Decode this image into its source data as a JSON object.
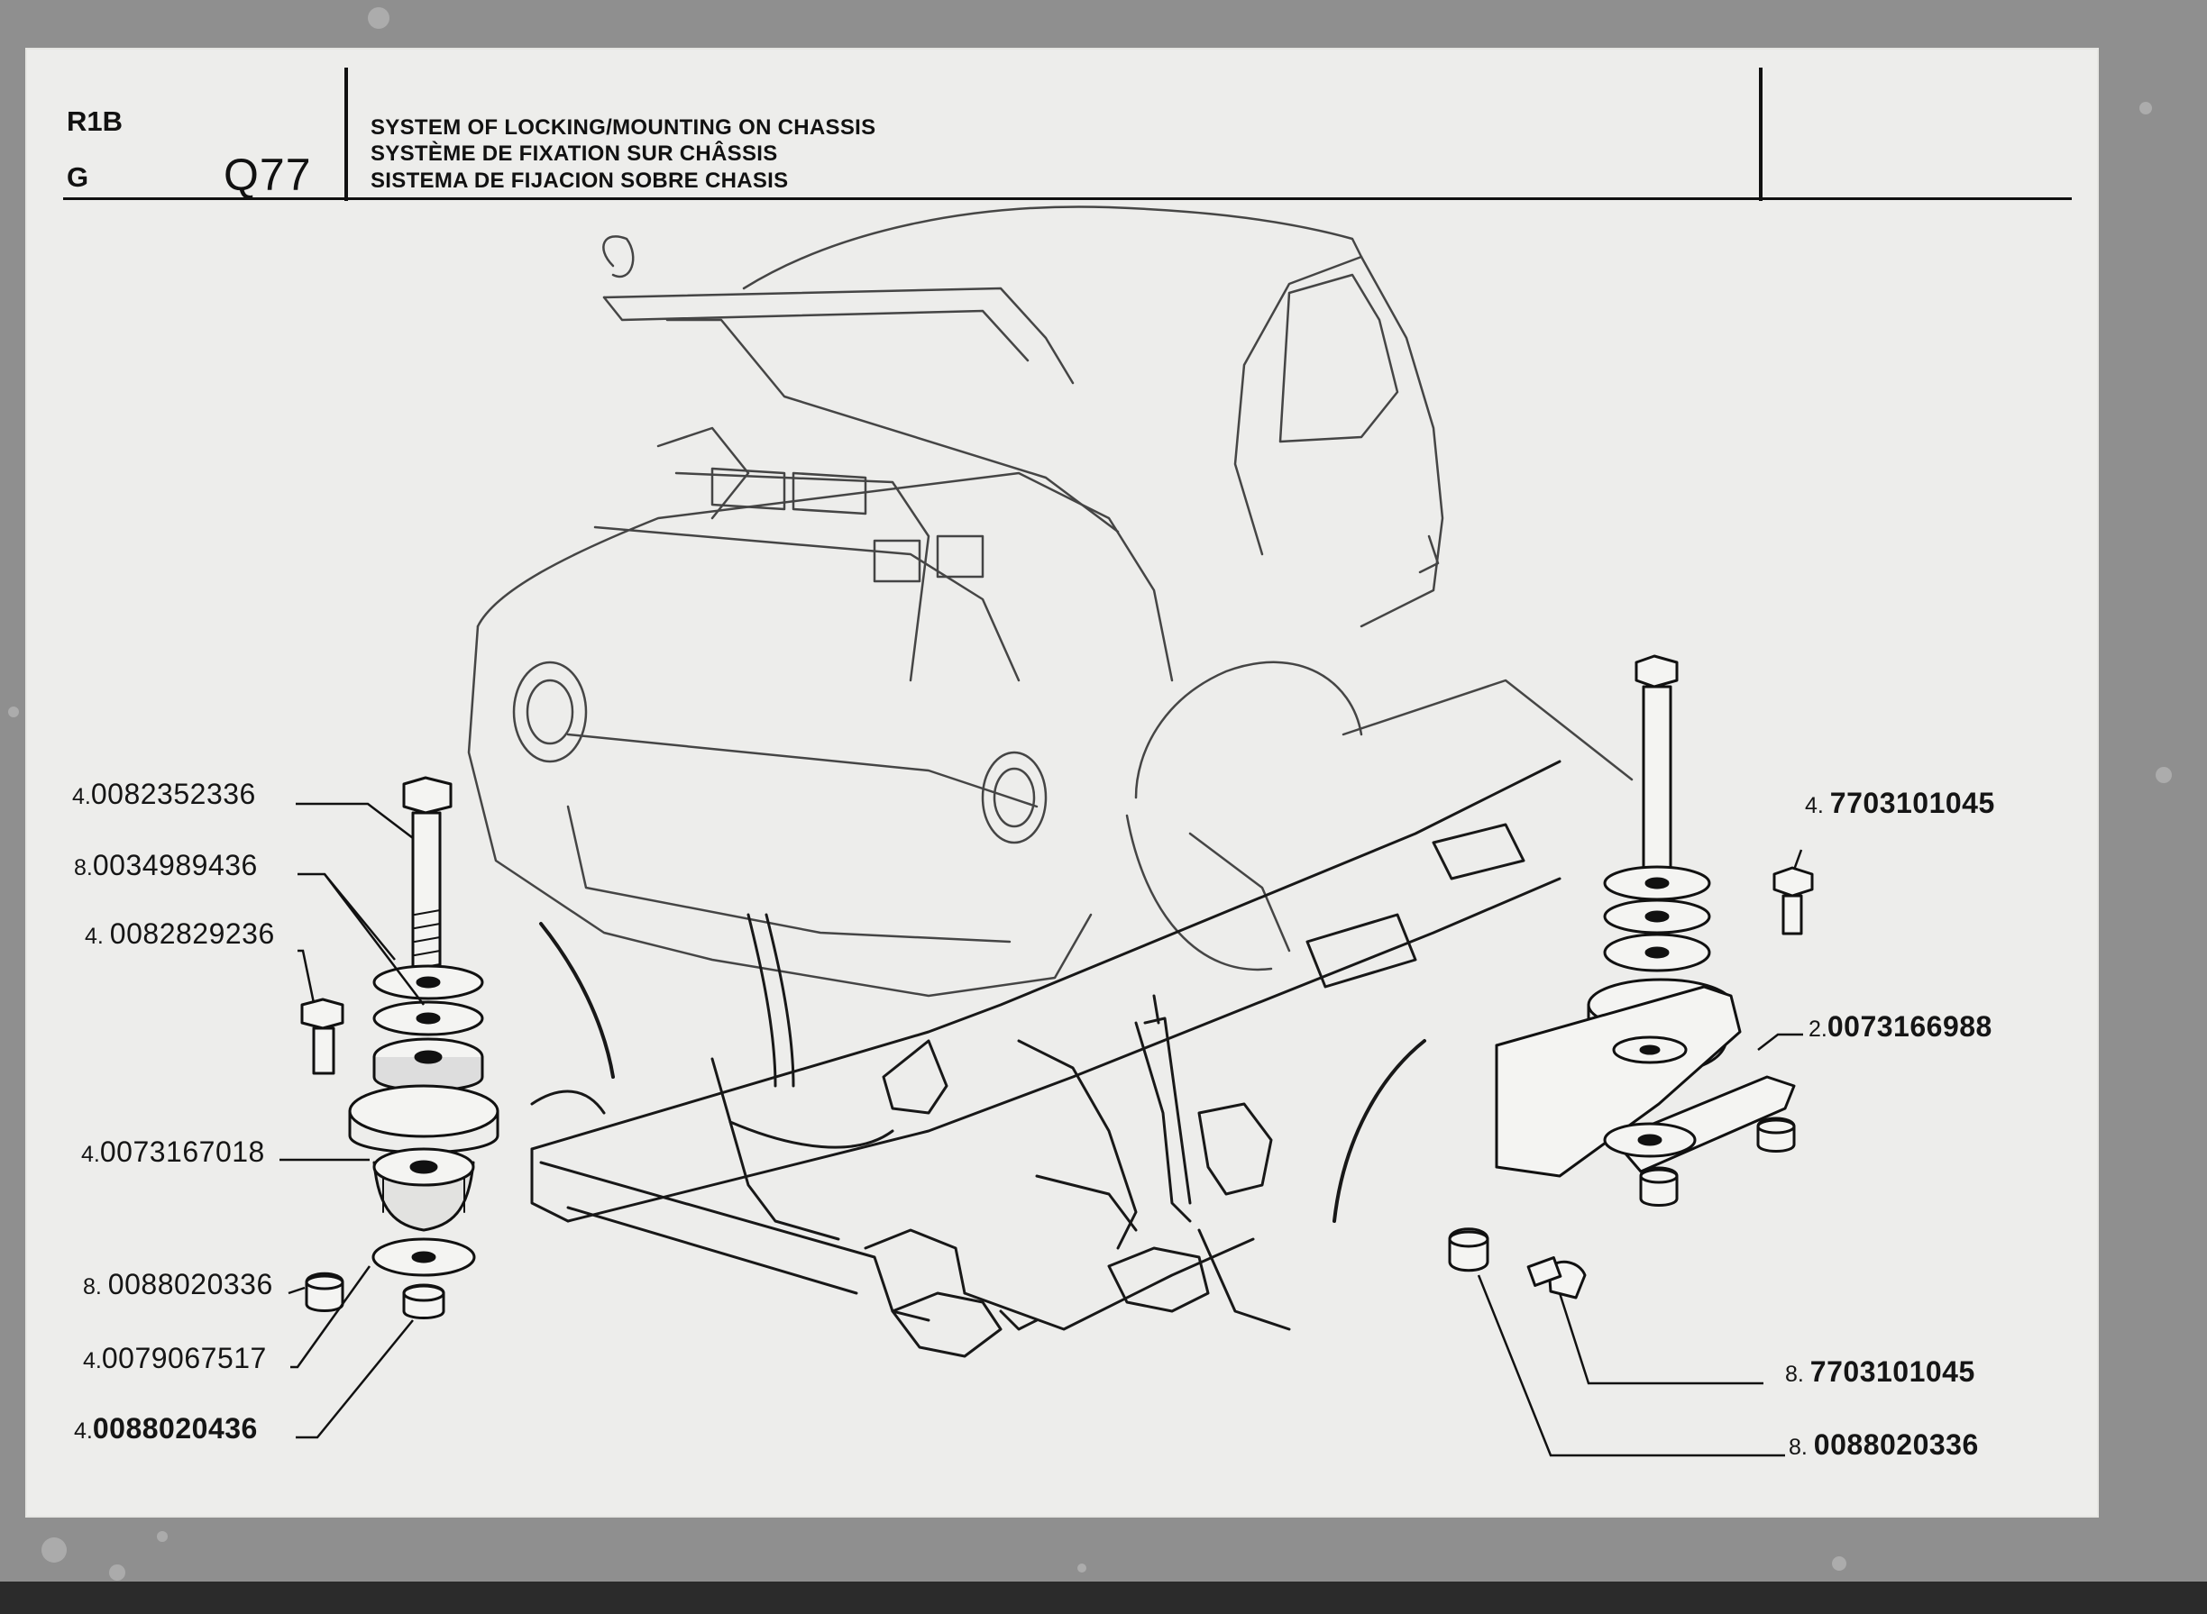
{
  "header": {
    "model_code": "R1B",
    "variant_code": "G",
    "page_number": "Q77",
    "title_en": "SYSTEM OF LOCKING/MOUNTING ON CHASSIS",
    "title_fr": "SYSTÈME DE FIXATION SUR CHÂSSIS",
    "title_es": "SISTEMA DE FIJACION SOBRE CHASIS"
  },
  "left_parts": [
    {
      "qty": "4.",
      "part": "0082352336"
    },
    {
      "qty": "8.",
      "part": "0034989436"
    },
    {
      "qty": "4. ",
      "part": "0082829236"
    },
    {
      "qty": "4.",
      "part": "0073167018"
    },
    {
      "qty": "8. ",
      "part": "0088020336"
    },
    {
      "qty": "4.",
      "part": "0079067517"
    },
    {
      "qty": "4.",
      "part": "0088020436"
    }
  ],
  "right_parts": [
    {
      "qty": "4. ",
      "part": "7703101045"
    },
    {
      "qty": "2.",
      "part": "0073166988"
    },
    {
      "qty": "8. ",
      "part": "7703101045"
    },
    {
      "qty": "8. ",
      "part": "0088020336"
    }
  ]
}
